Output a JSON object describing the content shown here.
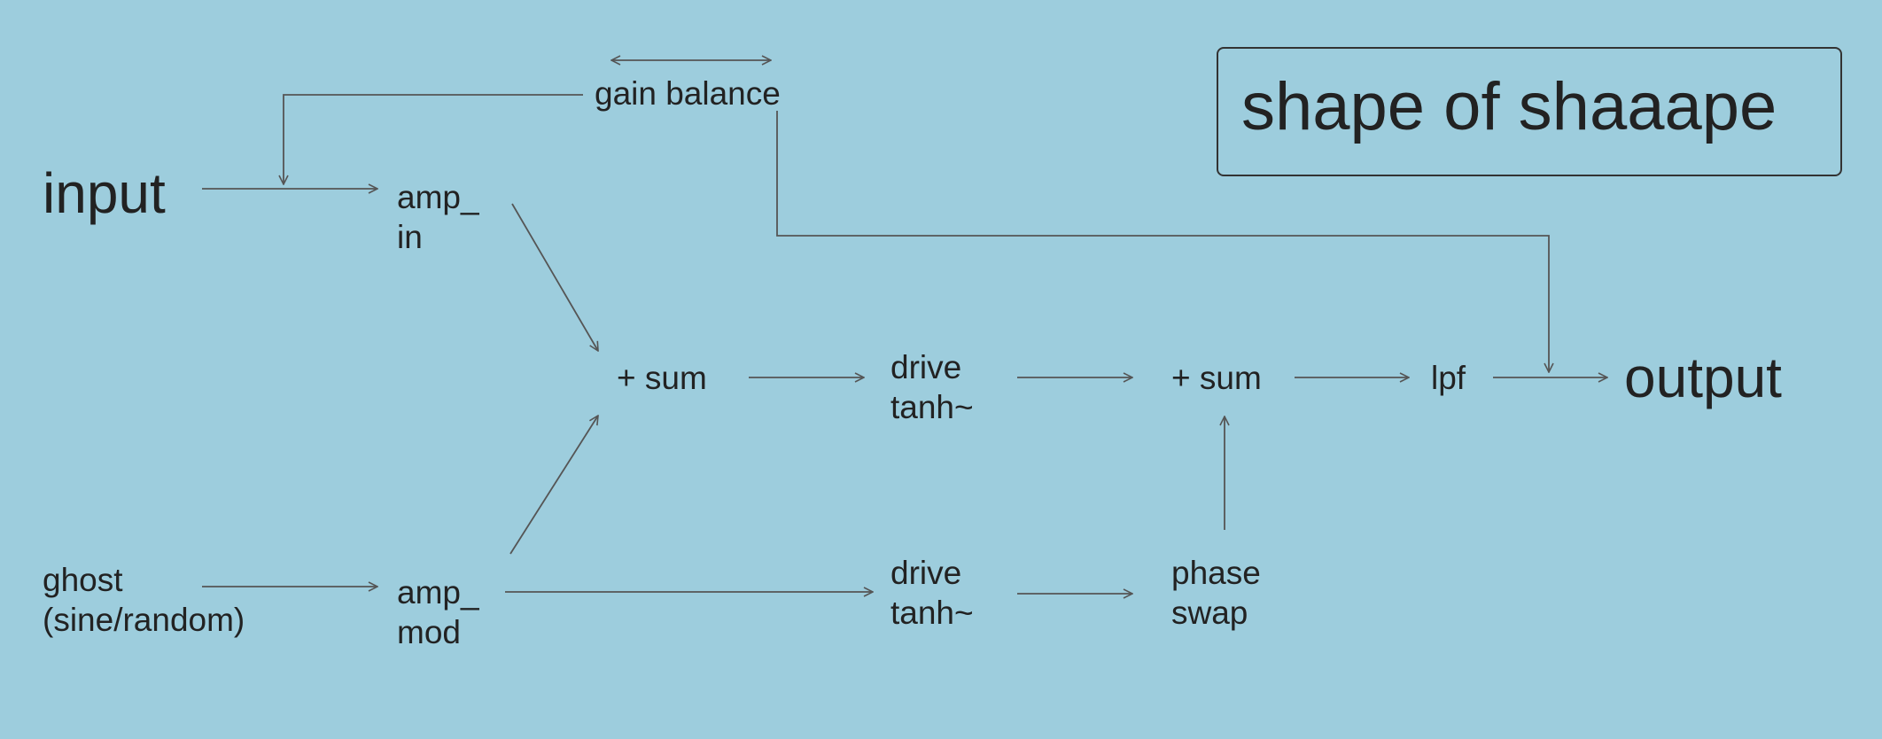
{
  "colors": {
    "background": "#9dcddd",
    "text": "#222222",
    "line": "#555555"
  },
  "title": "shape of shaaape",
  "nodes": {
    "input": "input",
    "gain_balance": "gain balance",
    "amp_in": [
      "amp_",
      "in"
    ],
    "ghost": [
      "ghost",
      "(sine/random)"
    ],
    "amp_mod": [
      "amp_",
      "mod"
    ],
    "sum_1": "+ sum",
    "drive_top": [
      "drive",
      "tanh~"
    ],
    "drive_bottom": [
      "drive",
      "tanh~"
    ],
    "sum_2": "+ sum",
    "phase_swap": [
      "phase",
      "swap"
    ],
    "lpf": "lpf",
    "output": "output"
  }
}
